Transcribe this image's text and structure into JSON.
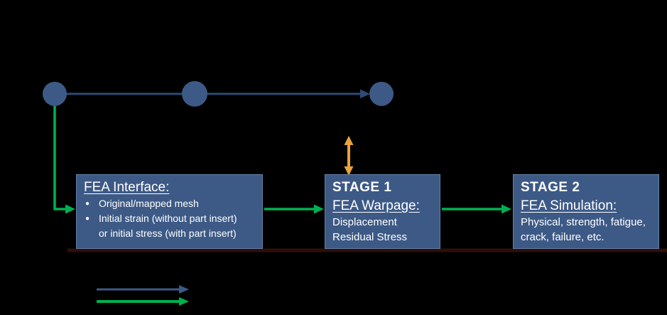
{
  "diagram": {
    "type": "process-flow",
    "colors": {
      "background": "#000000",
      "node_blue": "#3D5A86",
      "connector_blue": "#2E4A75",
      "box_fill": "#3D5A86",
      "box_border": "#647FA6",
      "flow_green": "#00B050",
      "link_orange": "#E8A33D",
      "text_white": "#FFFFFF",
      "accent_band_dark_red": "#2E0F0A"
    },
    "glyphs": {
      "bullet": "●"
    },
    "boxes": {
      "fea_interface": {
        "title": "FEA Interface:",
        "bullet1": "Original/mapped mesh",
        "bullet2_line1": "Initial strain (without part insert)",
        "bullet2_line2": "or initial stress (with part insert)"
      },
      "stage1": {
        "stage_label": "STAGE 1",
        "title": "FEA Warpage:",
        "line1": "Displacement",
        "line2": "Residual Stress"
      },
      "stage2": {
        "stage_label": "STAGE 2",
        "title": "FEA Simulation:",
        "body_line1": "Physical, strength, fatigue,",
        "body_line2": "crack, failure, etc."
      }
    },
    "top_flow": {
      "node_count": 3,
      "arrow_color": "#2E4A75"
    },
    "legend": {
      "items": [
        {
          "name": "blue-flow-arrow",
          "color": "#3D5A86"
        },
        {
          "name": "green-flow-arrow",
          "color": "#00B050"
        }
      ]
    }
  }
}
